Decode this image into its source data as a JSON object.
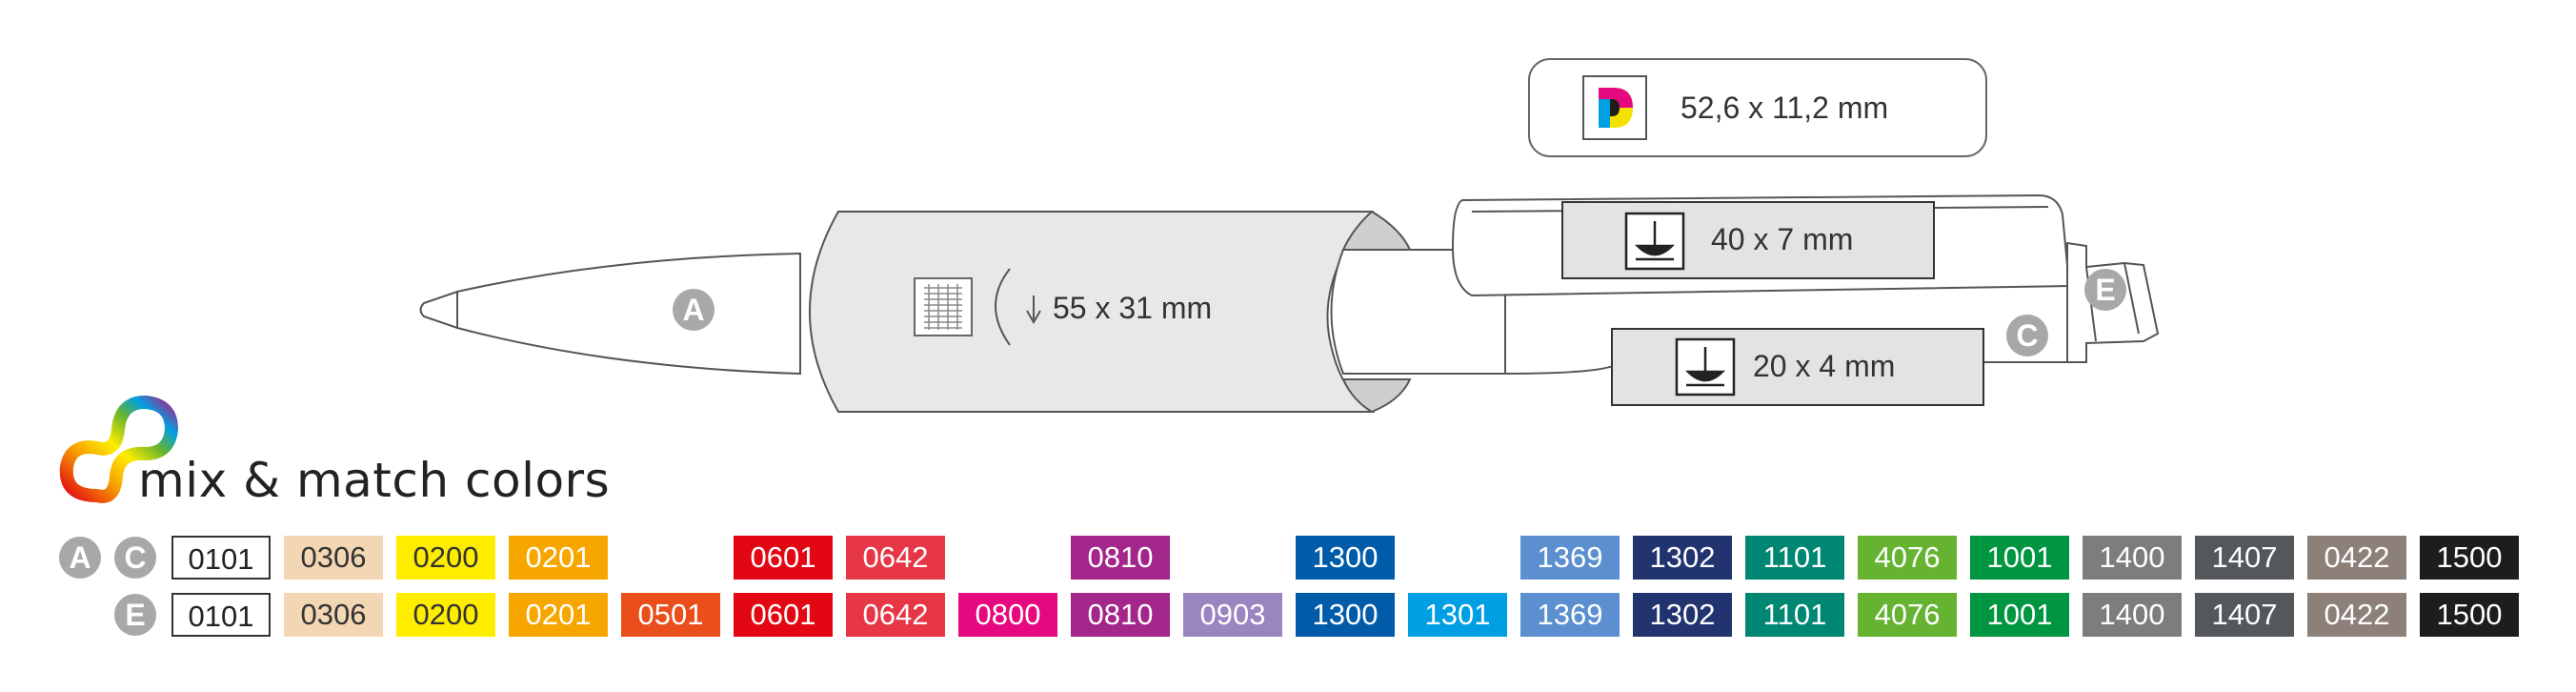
{
  "brand": {
    "tagline": "mix & match colors"
  },
  "pen": {
    "zones": {
      "a": "A",
      "c": "C",
      "e": "E"
    },
    "print_areas": {
      "wrap": "55 x 31 mm",
      "tag": "52,6 x 11,2 mm",
      "clip": "40 x 7 mm",
      "body": "20 x 4 mm"
    },
    "icons": [
      "digital-print-icon",
      "rotation-print-icon",
      "pad-print-icon"
    ]
  },
  "colors": {
    "row_ac": {
      "labels": [
        "A",
        "C"
      ],
      "swatches": [
        {
          "code": "0101",
          "hex": "#ffffff",
          "slot": 0
        },
        {
          "code": "0306",
          "hex": "#f3d6b4",
          "slot": 1
        },
        {
          "code": "0200",
          "hex": "#ffed00",
          "slot": 2
        },
        {
          "code": "0201",
          "hex": "#f7a600",
          "slot": 3
        },
        {
          "code": "0601",
          "hex": "#e30613",
          "slot": 5
        },
        {
          "code": "0642",
          "hex": "#e73646",
          "slot": 6
        },
        {
          "code": "0810",
          "hex": "#a3268a",
          "slot": 8
        },
        {
          "code": "1300",
          "hex": "#005ca9",
          "slot": 10
        },
        {
          "code": "1369",
          "hex": "#5b8fcf",
          "slot": 12
        },
        {
          "code": "1302",
          "hex": "#21346f",
          "slot": 13
        },
        {
          "code": "1101",
          "hex": "#008774",
          "slot": 14
        },
        {
          "code": "4076",
          "hex": "#65b330",
          "slot": 15
        },
        {
          "code": "1001",
          "hex": "#009540",
          "slot": 16
        },
        {
          "code": "1400",
          "hex": "#7d7d7d",
          "slot": 17
        },
        {
          "code": "1407",
          "hex": "#54585c",
          "slot": 18
        },
        {
          "code": "0422",
          "hex": "#8c8079",
          "slot": 19
        },
        {
          "code": "1500",
          "hex": "#1d1d1b",
          "slot": 20
        }
      ]
    },
    "row_e": {
      "labels": [
        "E"
      ],
      "swatches": [
        {
          "code": "0101",
          "hex": "#ffffff",
          "slot": 0
        },
        {
          "code": "0306",
          "hex": "#f3d6b4",
          "slot": 1
        },
        {
          "code": "0200",
          "hex": "#ffed00",
          "slot": 2
        },
        {
          "code": "0201",
          "hex": "#f7a600",
          "slot": 3
        },
        {
          "code": "0501",
          "hex": "#e94e1b",
          "slot": 4
        },
        {
          "code": "0601",
          "hex": "#e30613",
          "slot": 5
        },
        {
          "code": "0642",
          "hex": "#e73646",
          "slot": 6
        },
        {
          "code": "0800",
          "hex": "#e5087e",
          "slot": 7
        },
        {
          "code": "0810",
          "hex": "#a3268a",
          "slot": 8
        },
        {
          "code": "0903",
          "hex": "#9b85c1",
          "slot": 9
        },
        {
          "code": "1300",
          "hex": "#005ca9",
          "slot": 10
        },
        {
          "code": "1301",
          "hex": "#009fe3",
          "slot": 11
        },
        {
          "code": "1369",
          "hex": "#5b8fcf",
          "slot": 12
        },
        {
          "code": "1302",
          "hex": "#21346f",
          "slot": 13
        },
        {
          "code": "1101",
          "hex": "#008774",
          "slot": 14
        },
        {
          "code": "4076",
          "hex": "#65b330",
          "slot": 15
        },
        {
          "code": "1001",
          "hex": "#009540",
          "slot": 16
        },
        {
          "code": "1400",
          "hex": "#7d7d7d",
          "slot": 17
        },
        {
          "code": "1407",
          "hex": "#54585c",
          "slot": 18
        },
        {
          "code": "0422",
          "hex": "#8c8079",
          "slot": 19
        },
        {
          "code": "1500",
          "hex": "#1d1d1b",
          "slot": 20
        }
      ]
    }
  }
}
